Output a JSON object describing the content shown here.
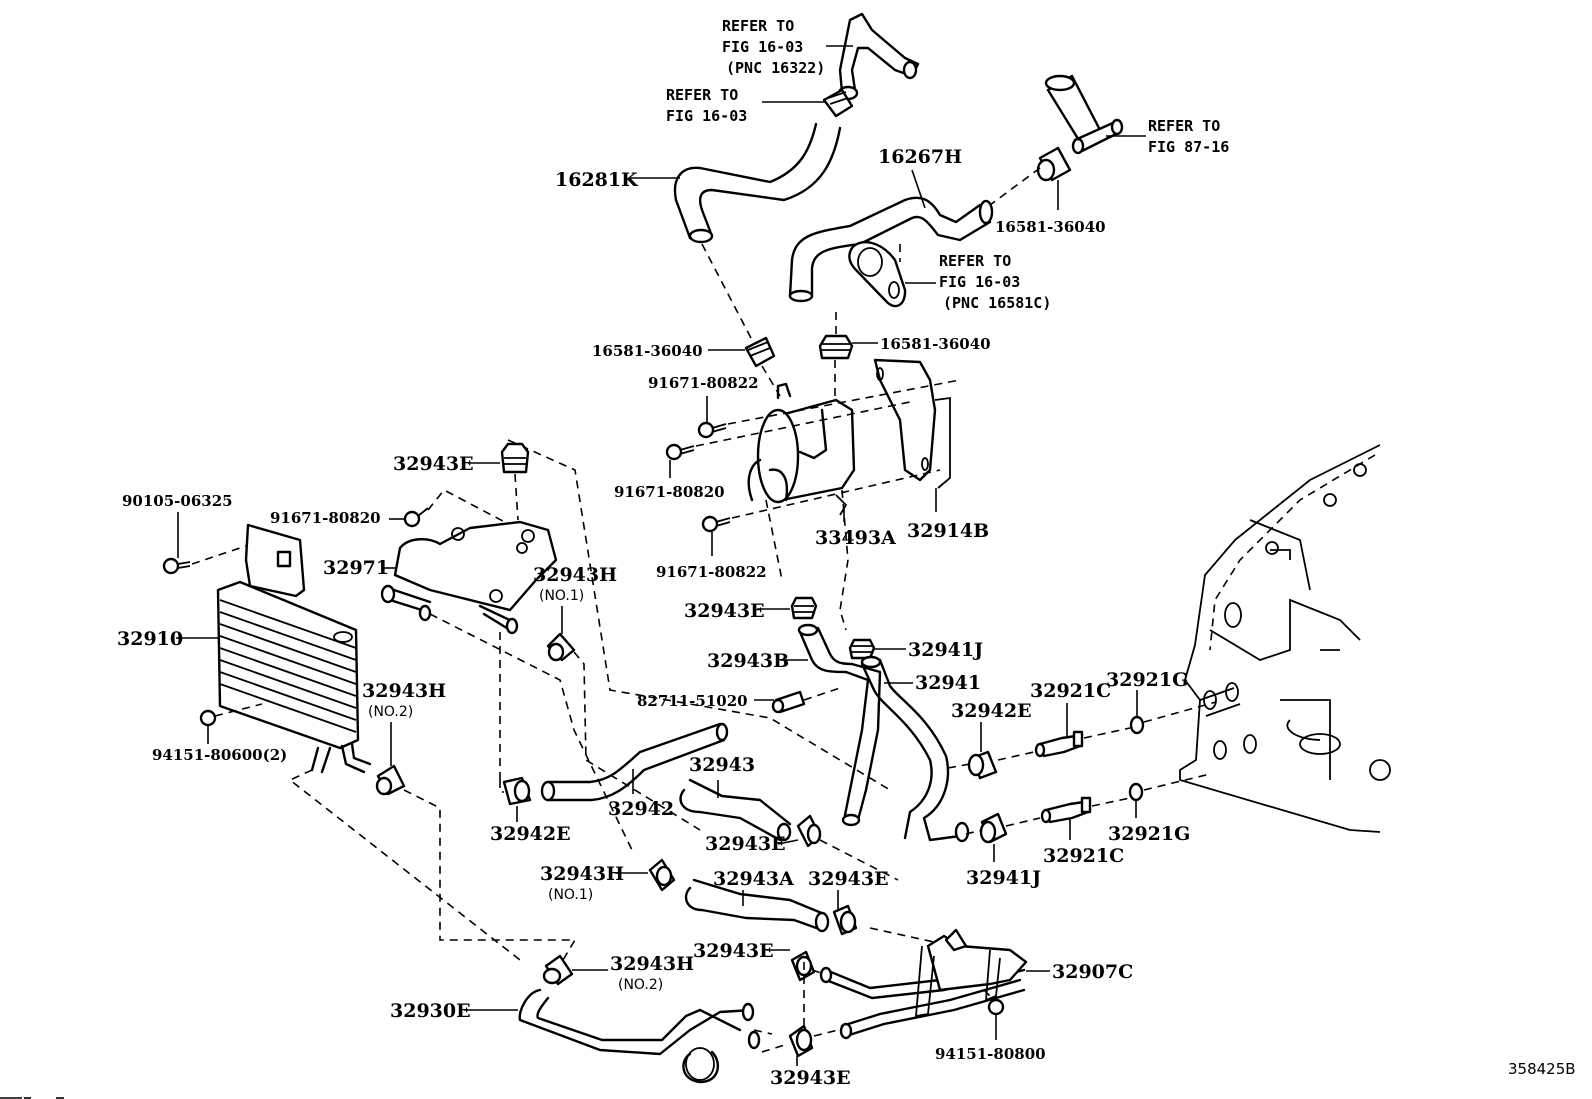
{
  "diagram": {
    "title": "Oil cooler & tube (ATM) parts illustration",
    "figure_id": "358425B",
    "references": [
      {
        "id": "ref-16322",
        "lines": [
          "REFER TO",
          "FIG 16-03",
          "(PNC 16322)"
        ]
      },
      {
        "id": "ref-1603-top",
        "lines": [
          "REFER TO",
          "FIG 16-03"
        ]
      },
      {
        "id": "ref-8716",
        "lines": [
          "REFER TO",
          "FIG 87-16"
        ]
      },
      {
        "id": "ref-16581c",
        "lines": [
          "REFER TO",
          "FIG 16-03",
          "(PNC 16581C)"
        ]
      }
    ],
    "parts": [
      {
        "id": "p16281K",
        "label": "16281K"
      },
      {
        "id": "p16267H",
        "label": "16267H"
      },
      {
        "id": "p16581-a",
        "label": "16581-36040"
      },
      {
        "id": "p16581-b",
        "label": "16581-36040"
      },
      {
        "id": "p16581-c",
        "label": "16581-36040"
      },
      {
        "id": "p91671-80822-a",
        "label": "91671-80822"
      },
      {
        "id": "p91671-80820-a",
        "label": "91671-80820"
      },
      {
        "id": "p91671-80822-b",
        "label": "91671-80822"
      },
      {
        "id": "p33493A",
        "label": "33493A"
      },
      {
        "id": "p32914B",
        "label": "32914B"
      },
      {
        "id": "p32943E-top",
        "label": "32943E"
      },
      {
        "id": "p91671-80820-b",
        "label": "91671-80820"
      },
      {
        "id": "p90105",
        "label": "90105-06325"
      },
      {
        "id": "p32971",
        "label": "32971"
      },
      {
        "id": "p32943H-no1-a",
        "label": "32943H",
        "note": "(NO.1)"
      },
      {
        "id": "p32910",
        "label": "32910"
      },
      {
        "id": "p32943H-no2-a",
        "label": "32943H",
        "note": "(NO.2)"
      },
      {
        "id": "p94151-80600",
        "label": "94151-80600(2)"
      },
      {
        "id": "p32943E-mid",
        "label": "32943E"
      },
      {
        "id": "p32943B",
        "label": "32943B"
      },
      {
        "id": "p32941J-a",
        "label": "32941J"
      },
      {
        "id": "p32941",
        "label": "32941"
      },
      {
        "id": "p82711",
        "label": "82711-51020"
      },
      {
        "id": "p32942E-right",
        "label": "32942E"
      },
      {
        "id": "p32921C-a",
        "label": "32921C"
      },
      {
        "id": "p32921G-a",
        "label": "32921G"
      },
      {
        "id": "p32943",
        "label": "32943"
      },
      {
        "id": "p32942",
        "label": "32942"
      },
      {
        "id": "p32942E-left",
        "label": "32942E"
      },
      {
        "id": "p32943E-c",
        "label": "32943E"
      },
      {
        "id": "p32921G-b",
        "label": "32921G"
      },
      {
        "id": "p32921C-b",
        "label": "32921C"
      },
      {
        "id": "p32941J-b",
        "label": "32941J"
      },
      {
        "id": "p32943H-no1-b",
        "label": "32943H",
        "note": "(NO.1)"
      },
      {
        "id": "p32943A",
        "label": "32943A"
      },
      {
        "id": "p32943E-d",
        "label": "32943E"
      },
      {
        "id": "p32943E-e",
        "label": "32943E"
      },
      {
        "id": "p32907C",
        "label": "32907C"
      },
      {
        "id": "p32943H-no2-b",
        "label": "32943H",
        "note": "(NO.2)"
      },
      {
        "id": "p32930E",
        "label": "32930E"
      },
      {
        "id": "p32943E-f",
        "label": "32943E"
      },
      {
        "id": "p94151-80800",
        "label": "94151-80800"
      }
    ]
  }
}
